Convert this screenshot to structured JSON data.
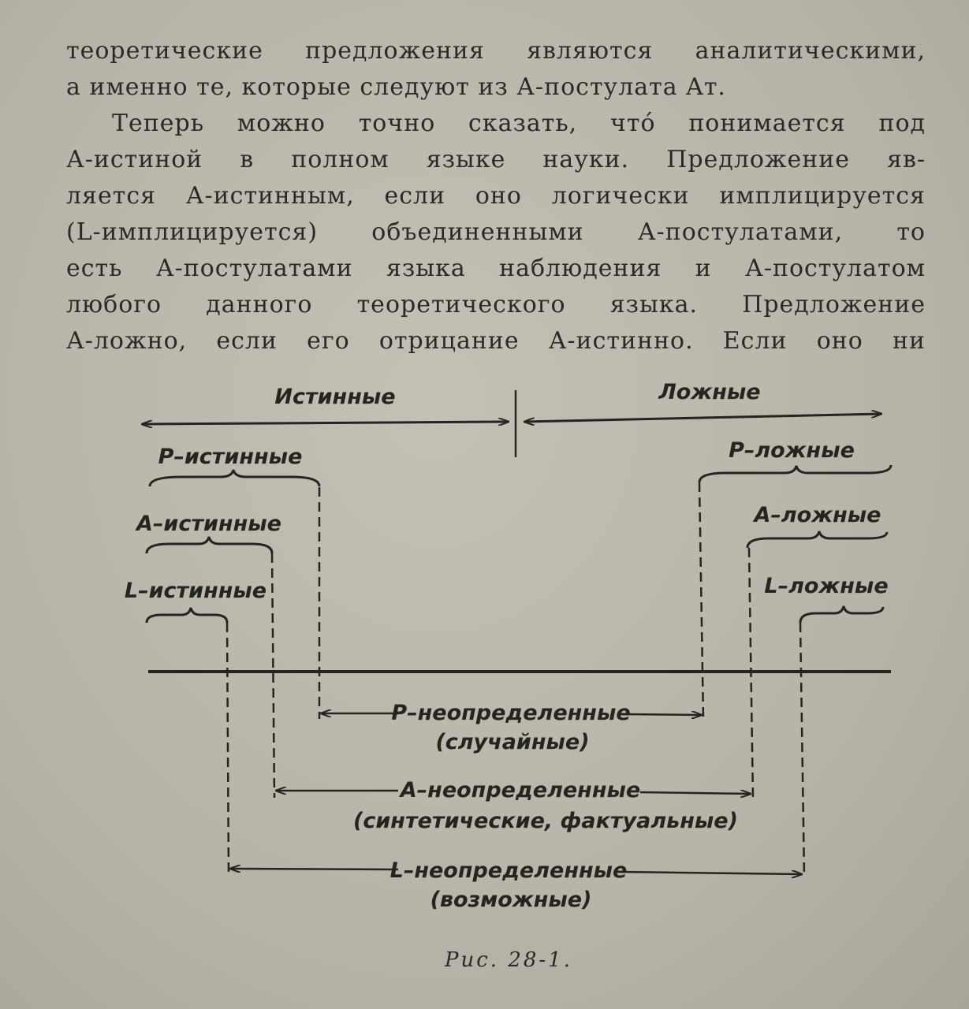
{
  "paragraph": [
    "теоретические предложения являются аналитическими,",
    "а именно те, которые следуют из А-постулата Aт.",
    "Теперь можно точно сказать, что́ понимается под",
    "А-истиной в полном языке науки. Предложение яв-",
    "ляется А-истинным, если оно логически имплицируется",
    "(L-имплицируется) объединенными А-постулатами, то",
    "есть А-постулатами языка наблюдения и А-постулатом",
    "любого данного теоретического языка. Предложение",
    "А-ложно, если его отрицание А-истинно. Если оно ни"
  ],
  "diagram": {
    "true_label": "Истинные",
    "false_label": "Ложные",
    "p_true": "P–истинные",
    "a_true": "A–истинные",
    "l_true": "L–истинные",
    "p_false": "P–ложные",
    "a_false": "A–ложные",
    "l_false": "L–ложные",
    "p_indet": "P–неопределенные",
    "p_indet_sub": "(случайные)",
    "a_indet": "A–неопределенные",
    "a_indet_sub": "(синтетические, фактуальные)",
    "l_indet": "L–неопределенные",
    "l_indet_sub": "(возможные)"
  },
  "caption": "Рис. 28-1."
}
